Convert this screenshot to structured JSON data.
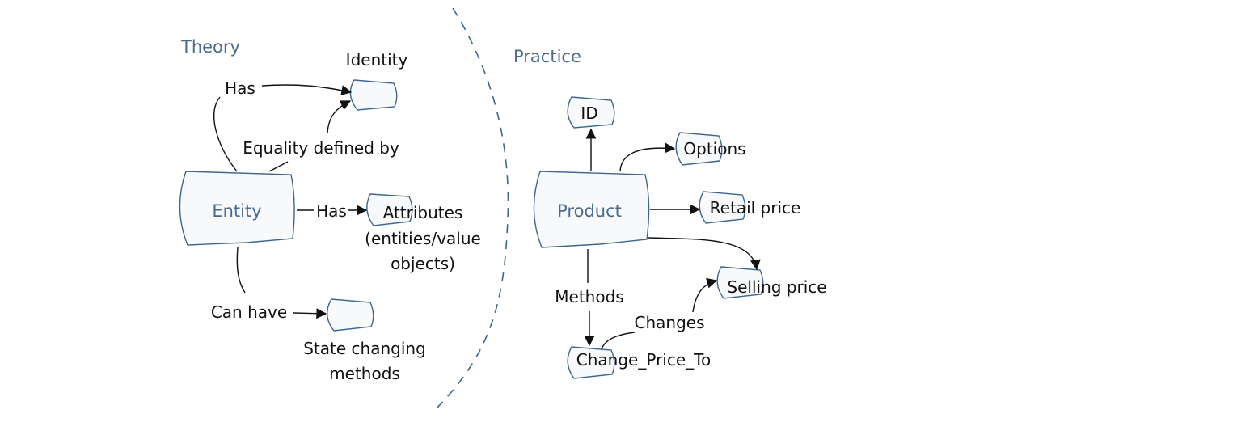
{
  "sections": {
    "theory": "Theory",
    "practice": "Practice"
  },
  "theory": {
    "entity": "Entity",
    "identity": "Identity",
    "has_identity": "Has",
    "equality": "Equality defined by",
    "has_attributes": "Has",
    "attributes_line1": "Attributes",
    "attributes_line2": "(entities/value",
    "attributes_line3": "objects)",
    "can_have": "Can have",
    "state_line1": "State changing",
    "state_line2": "methods"
  },
  "practice": {
    "product": "Product",
    "id": "ID",
    "options": "Options",
    "retail_price": "Retail price",
    "selling_price": "Selling price",
    "methods": "Methods",
    "change_price_to": "Change_Price_To",
    "changes": "Changes"
  },
  "colors": {
    "accent": "#3e6690",
    "box_fill": "#f8f9fa",
    "text": "#111111"
  }
}
